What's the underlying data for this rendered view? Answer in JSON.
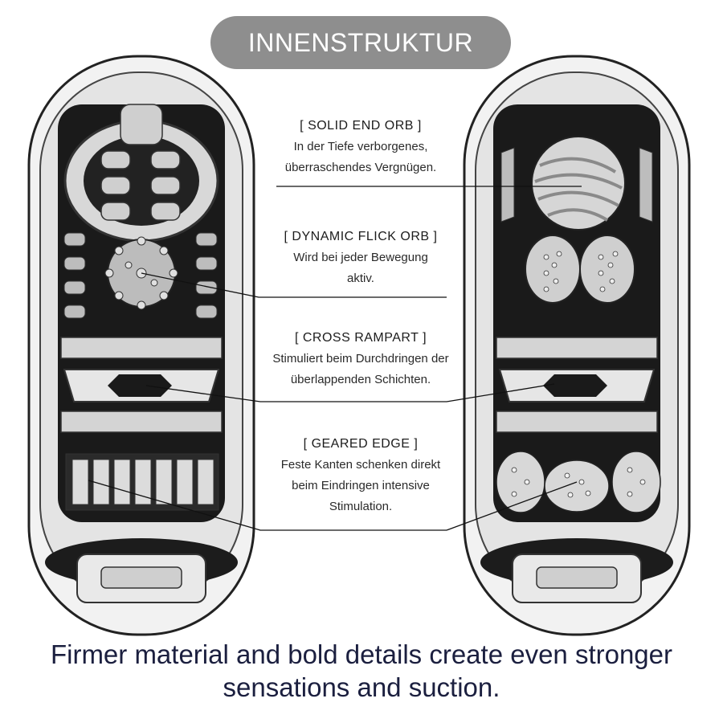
{
  "header": {
    "title": "INNENSTRUKTUR"
  },
  "callouts": [
    {
      "title": "[ SOLID END ORB ]",
      "desc": "In der Tiefe verborgenes, überraschendes Vergnügen."
    },
    {
      "title": "[ DYNAMIC FLICK ORB ]",
      "desc": "Wird bei jeder Bewegung aktiv."
    },
    {
      "title": "[ CROSS RAMPART ]",
      "desc": "Stimuliert beim Durchdringen der überlappenden Schichten."
    },
    {
      "title": "[ GEARED EDGE ]",
      "desc": "Feste Kanten schenken direkt beim Eindringen intensive Stimulation."
    }
  ],
  "caption": "Firmer material and bold details create even stronger sensations and suction.",
  "colors": {
    "pill": "#8e8e8e",
    "caption": "#1b1f3f",
    "line": "#111111"
  }
}
